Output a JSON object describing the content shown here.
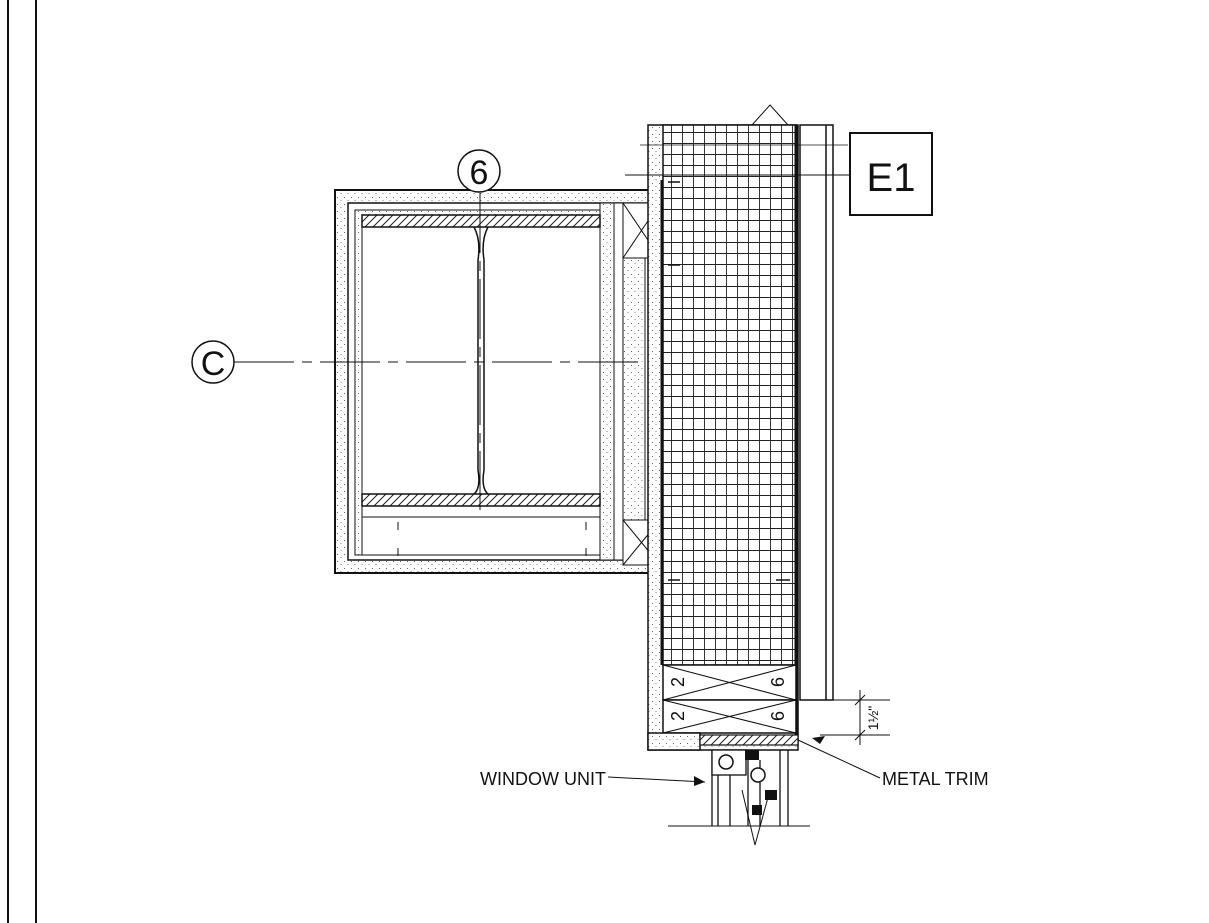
{
  "drawing": {
    "grid_bubble_top": "6",
    "grid_bubble_left": "C",
    "detail_tag": "E1",
    "blocking_marks": [
      {
        "left": "2",
        "right": "6"
      },
      {
        "left": "2",
        "right": "6"
      }
    ],
    "dimension_text": "1½\"",
    "callout_window": "WINDOW UNIT",
    "callout_trim": "METAL TRIM"
  }
}
